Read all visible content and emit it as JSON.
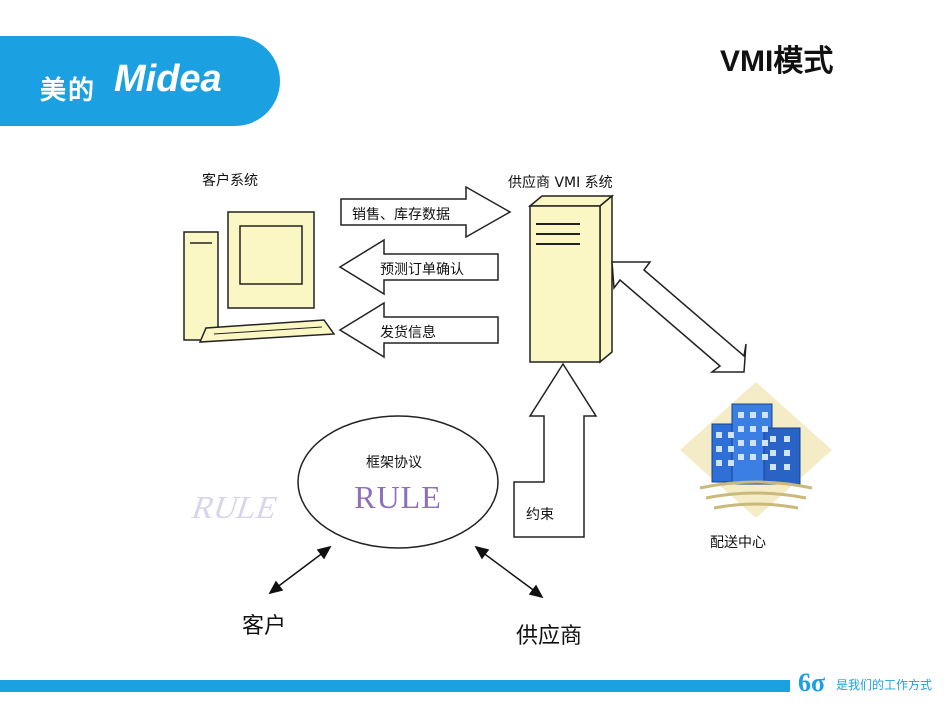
{
  "header": {
    "logo_cn": "美的",
    "logo_en": "Midea",
    "title": "VMI模式"
  },
  "footer": {
    "sigma": "6σ",
    "slogan": "是我们的工作方式"
  },
  "diagram": {
    "customer_system_label": "客户系统",
    "supplier_system_label": "供应商 VMI 系统",
    "arrow_sales_inventory": "销售、库存数据",
    "arrow_forecast_order": "预测订单确认",
    "arrow_shipping_info": "发货信息",
    "agreement_label": "框架协议",
    "rule_text": "RULE",
    "constraint_label": "约束",
    "distribution_center_label": "配送中心",
    "customer_label": "客户",
    "supplier_label": "供应商"
  },
  "colors": {
    "brand_blue": "#1ba1e2",
    "device_fill": "#fbf7c4",
    "building_blue": "#2f6fd8"
  }
}
